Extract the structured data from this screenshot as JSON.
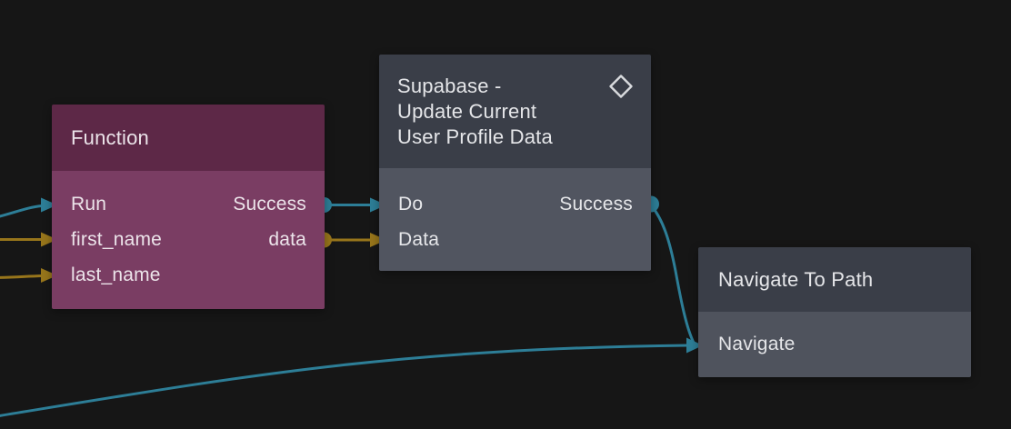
{
  "canvas": {
    "background_color": "#161616",
    "wire_colors": {
      "signal": "#2d7e97",
      "data": "#97751b"
    }
  },
  "nodes": {
    "function": {
      "title": "Function",
      "colors": {
        "header": "#5d2847",
        "body": "#7a3d63"
      },
      "inputs": [
        "Run",
        "first_name",
        "last_name"
      ],
      "outputs": [
        "Success",
        "data"
      ]
    },
    "supabase": {
      "title_lines": [
        "Supabase -",
        "Update Current",
        "User Profile Data"
      ],
      "icon": "diamond-icon",
      "colors": {
        "header": "#3a3e48",
        "body": "#515560"
      },
      "inputs": [
        "Do",
        "Data"
      ],
      "outputs": [
        "Success"
      ]
    },
    "navigate": {
      "title": "Navigate To Path",
      "colors": {
        "header": "#3a3e48",
        "body": "#4f535d"
      },
      "inputs": [
        "Navigate"
      ],
      "outputs": []
    }
  },
  "connections": [
    {
      "from": "offscreen-left",
      "to": "function.Run",
      "type": "signal"
    },
    {
      "from": "offscreen-left",
      "to": "function.first_name",
      "type": "data"
    },
    {
      "from": "offscreen-left",
      "to": "function.last_name",
      "type": "data"
    },
    {
      "from": "function.Success",
      "to": "supabase.Do",
      "type": "signal"
    },
    {
      "from": "function.data",
      "to": "supabase.Data",
      "type": "data"
    },
    {
      "from": "supabase.Success",
      "to": "navigate.Navigate",
      "type": "signal"
    },
    {
      "from": "offscreen-bottom-left",
      "to": "navigate.Navigate",
      "type": "signal"
    }
  ]
}
